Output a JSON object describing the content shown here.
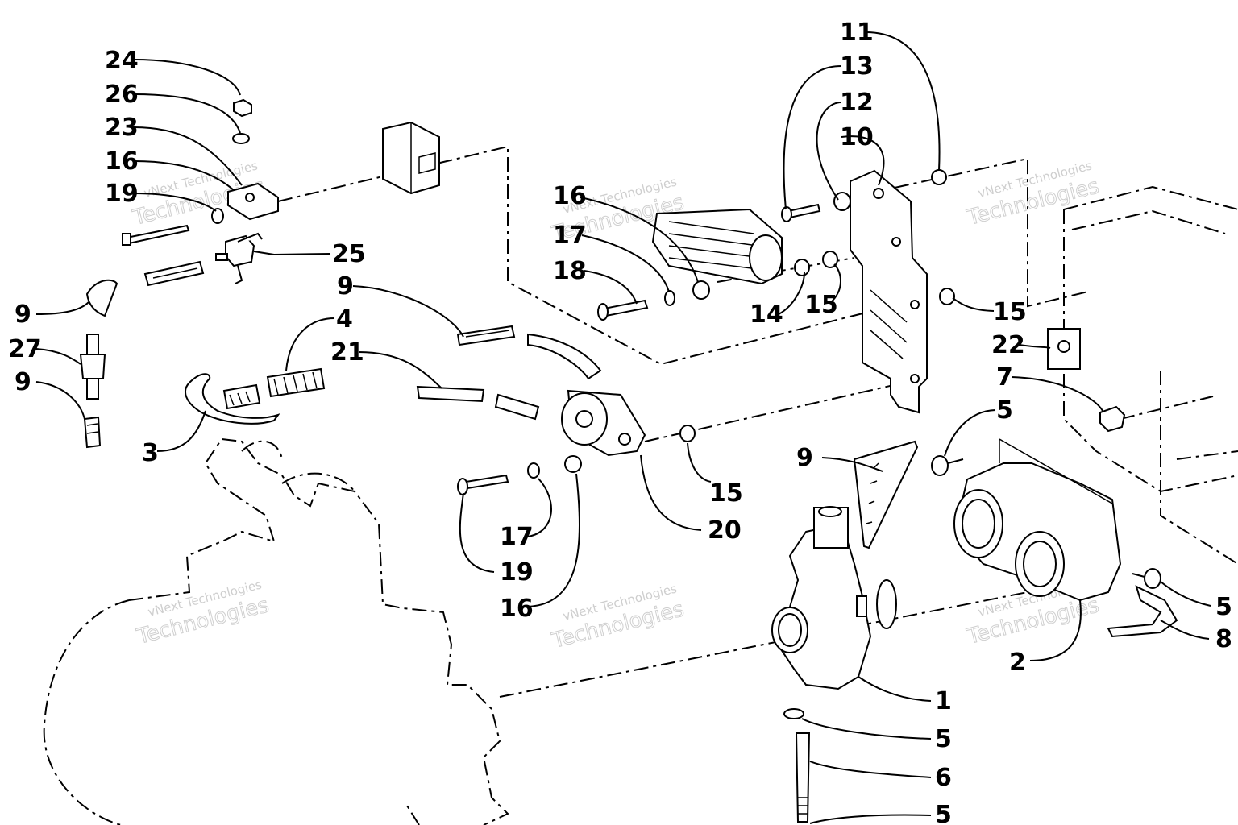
{
  "diagram": {
    "callouts": [
      {
        "id": "c24",
        "text": "24"
      },
      {
        "id": "c26",
        "text": "26"
      },
      {
        "id": "c23",
        "text": "23"
      },
      {
        "id": "c16a",
        "text": "16"
      },
      {
        "id": "c19a",
        "text": "19"
      },
      {
        "id": "c25",
        "text": "25"
      },
      {
        "id": "c9a",
        "text": "9"
      },
      {
        "id": "c27",
        "text": "27"
      },
      {
        "id": "c9b",
        "text": "9"
      },
      {
        "id": "c3",
        "text": "3"
      },
      {
        "id": "c4",
        "text": "4"
      },
      {
        "id": "c21",
        "text": "21"
      },
      {
        "id": "c9c",
        "text": "9"
      },
      {
        "id": "c16b",
        "text": "16"
      },
      {
        "id": "c17a",
        "text": "17"
      },
      {
        "id": "c18",
        "text": "18"
      },
      {
        "id": "c14",
        "text": "14"
      },
      {
        "id": "c15a",
        "text": "15"
      },
      {
        "id": "c13",
        "text": "13"
      },
      {
        "id": "c12",
        "text": "12"
      },
      {
        "id": "c10",
        "text": "10"
      },
      {
        "id": "c11",
        "text": "11"
      },
      {
        "id": "c15b",
        "text": "15"
      },
      {
        "id": "c22",
        "text": "22"
      },
      {
        "id": "c7",
        "text": "7"
      },
      {
        "id": "c5a",
        "text": "5"
      },
      {
        "id": "c15c",
        "text": "15"
      },
      {
        "id": "c20",
        "text": "20"
      },
      {
        "id": "c17b",
        "text": "17"
      },
      {
        "id": "c19b",
        "text": "19"
      },
      {
        "id": "c16c",
        "text": "16"
      },
      {
        "id": "c9d",
        "text": "9"
      },
      {
        "id": "c5b",
        "text": "5"
      },
      {
        "id": "c8",
        "text": "8"
      },
      {
        "id": "c2",
        "text": "2"
      },
      {
        "id": "c1",
        "text": "1"
      },
      {
        "id": "c5c",
        "text": "5"
      },
      {
        "id": "c6",
        "text": "6"
      },
      {
        "id": "c5d",
        "text": "5"
      }
    ],
    "watermarks": [
      {
        "line1": "vNext Technologies",
        "line2": "Technologies"
      },
      {
        "line1": "vNext Technologies",
        "line2": "Technologies"
      },
      {
        "line1": "vNext Technologies",
        "line2": "Technologies"
      },
      {
        "line1": "vNext Technologies",
        "line2": "Technologies"
      },
      {
        "line1": "vNext Technologies",
        "line2": "Technologies"
      },
      {
        "line1": "vNext Technologies",
        "line2": "Technologies"
      }
    ]
  }
}
